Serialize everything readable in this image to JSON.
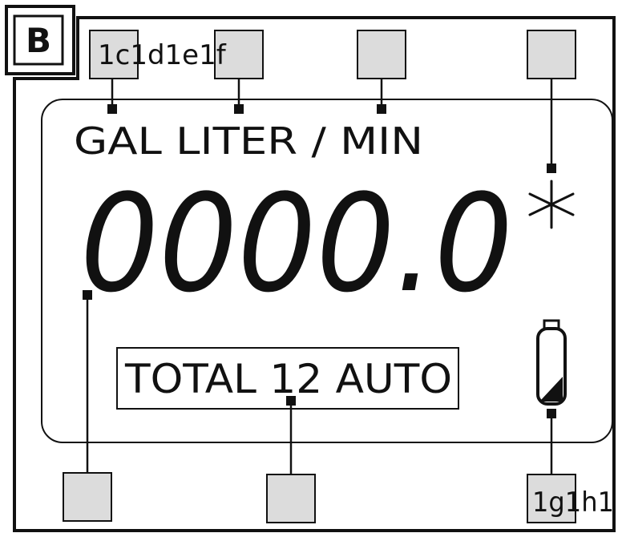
{
  "panel": {
    "label": "B"
  },
  "display": {
    "units_line": "GAL LITER / MIN",
    "reading": "0000.0",
    "total_box": "TOTAL 12 AUTO"
  },
  "callouts": {
    "top_labels": "1c1d1e1f",
    "bottom_right_label": "1g1h1"
  },
  "colors": {
    "line": "#111111",
    "callout_fill": "#dcdcdc",
    "background": "#ffffff"
  },
  "icons": {
    "star": "asterisk-icon",
    "battery": "battery-icon"
  }
}
